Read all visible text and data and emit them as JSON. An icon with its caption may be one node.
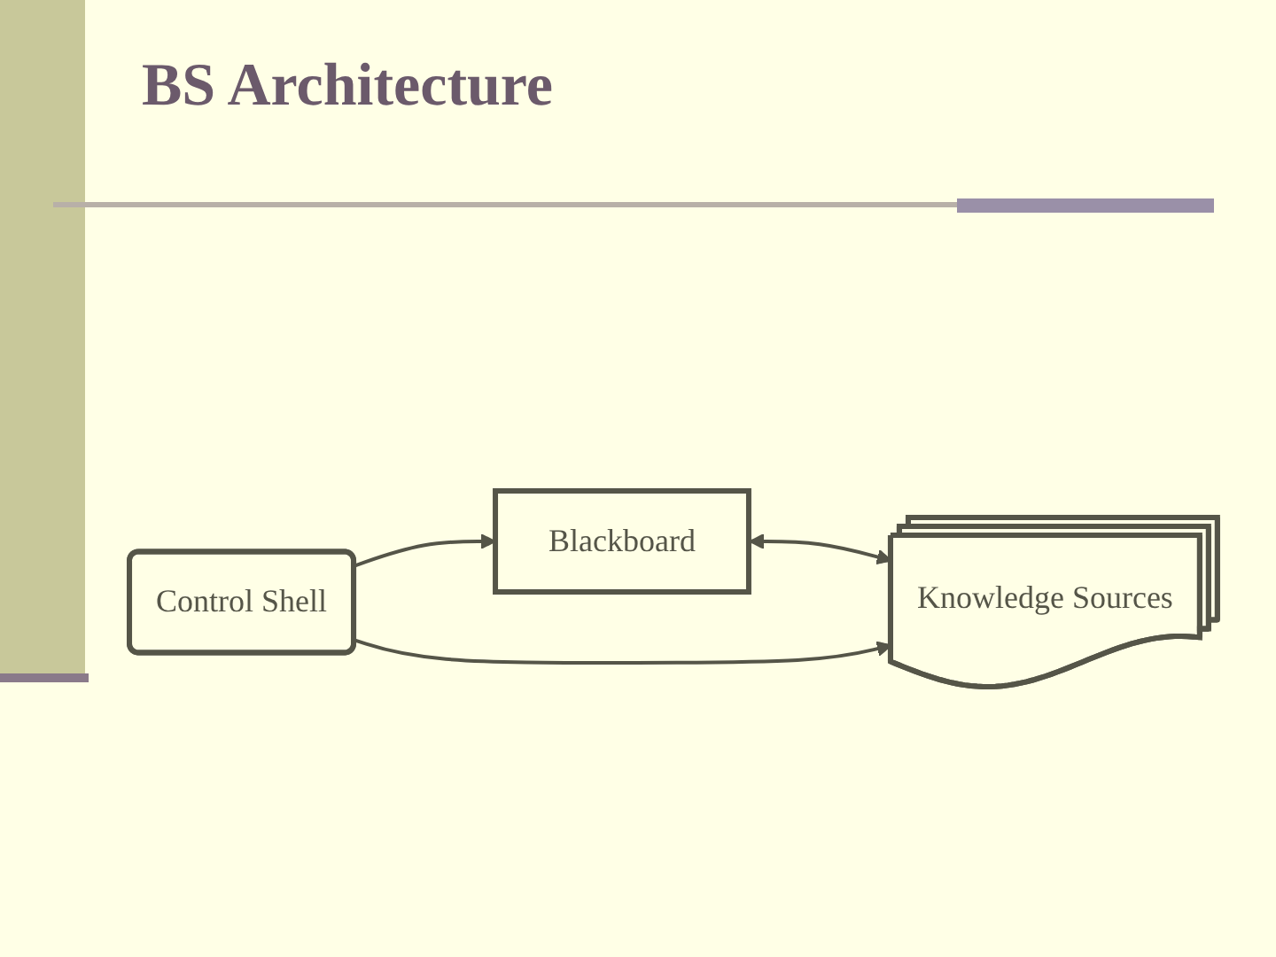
{
  "diagram": {
    "title": "BS Architecture",
    "nodes": [
      {
        "text": [
          "Blackboard"
        ]
      },
      {
        "text": [
          "Control Shell"
        ]
      },
      {
        "text": [
          "Knowledge Sources"
        ]
      }
    ],
    "edges": [
      {
        "from": 0,
        "to": 2,
        "arrow": "both"
      },
      {
        "from": 1,
        "to": 0,
        "arrow": "to"
      },
      {
        "from": 1,
        "to": 2,
        "arrow": "to"
      }
    ]
  }
}
